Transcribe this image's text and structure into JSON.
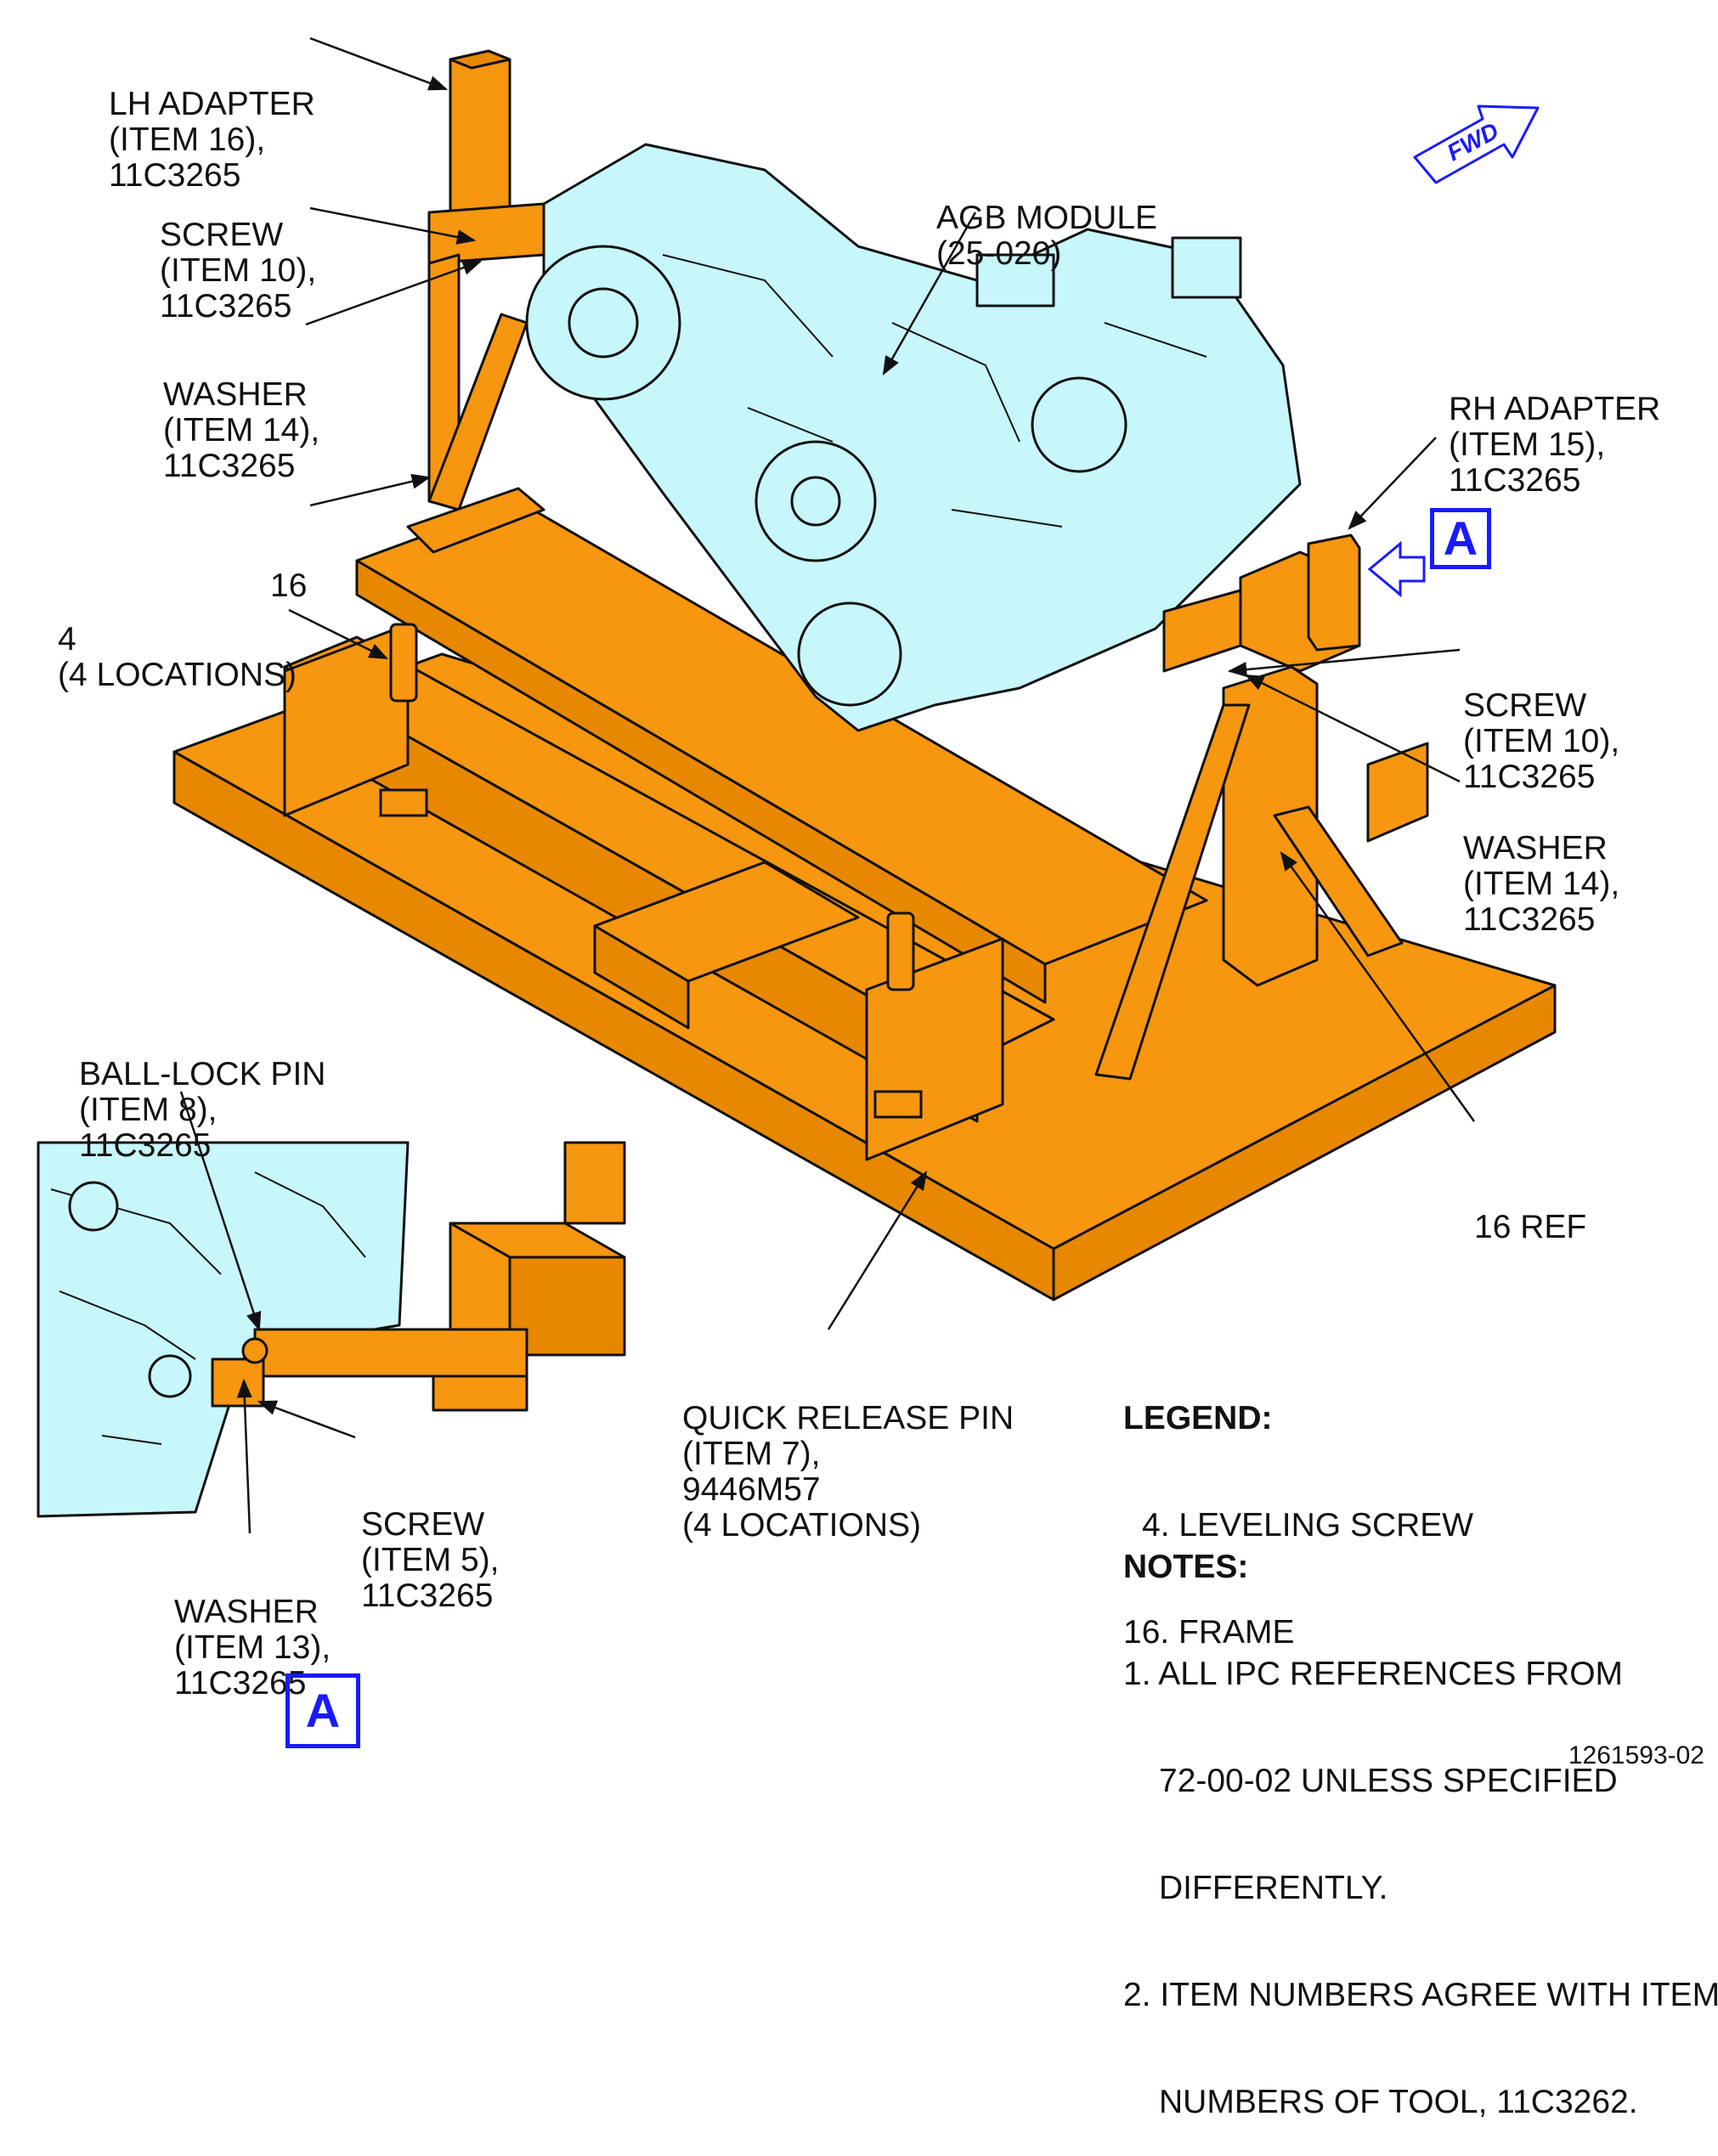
{
  "colors": {
    "fixture": "#f7960f",
    "fixture_shade": "#e88700",
    "engine": "#c7f6fb",
    "outline": "#111111",
    "callout": "#1a1aff"
  },
  "labels": {
    "lh_adapter": [
      "LH ADAPTER",
      "(ITEM 16),",
      "11C3265"
    ],
    "screw_top": [
      "SCREW",
      "(ITEM 10),",
      "11C3265"
    ],
    "washer_top": [
      "WASHER",
      "(ITEM 14),",
      "11C3265"
    ],
    "frame_16": [
      "16"
    ],
    "leveling_screw": [
      "4",
      "(4 LOCATIONS)"
    ],
    "agb_module": [
      "AGB MODULE",
      "(25-020)"
    ],
    "rh_adapter": [
      "RH ADAPTER",
      "(ITEM 15),",
      "11C3265"
    ],
    "screw_right": [
      "SCREW",
      "(ITEM 10),",
      "11C3265"
    ],
    "washer_right": [
      "WASHER",
      "(ITEM 14),",
      "11C3265"
    ],
    "frame_16_ref": [
      "16 REF"
    ],
    "ball_lock_pin": [
      "BALL-LOCK PIN",
      "(ITEM 8),",
      "11C3265"
    ],
    "screw_detail": [
      "SCREW",
      "(ITEM 5),",
      "11C3265"
    ],
    "washer_detail": [
      "WASHER",
      "(ITEM 13),",
      "11C3265"
    ],
    "quick_release_pin": [
      "QUICK RELEASE PIN",
      "(ITEM 7),",
      "9446M57",
      "(4 LOCATIONS)"
    ]
  },
  "detail_marker": "A",
  "detail_label": "A",
  "fwd_arrow": "FWD",
  "legend": {
    "title": "LEGEND:",
    "items": [
      "4. LEVELING SCREW",
      "16. FRAME"
    ]
  },
  "notes": {
    "title": "NOTES:",
    "items": [
      "1. ALL IPC REFERENCES FROM",
      "72-00-02 UNLESS SPECIFIED",
      "DIFFERENTLY.",
      "2. ITEM NUMBERS AGREE WITH ITEM",
      "NUMBERS OF TOOL, 11C3262."
    ]
  },
  "figure_number": "1261593-02"
}
